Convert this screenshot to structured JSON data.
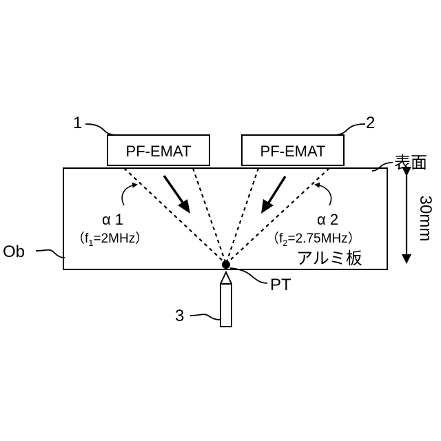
{
  "labels": {
    "ref_1": "1",
    "ref_2": "2",
    "ref_3": "3",
    "ob": "Ob",
    "surface": "表面",
    "thickness": "30mm",
    "material": "アルミ板",
    "point": "PT"
  },
  "sensors": [
    {
      "label": "PF-EMAT"
    },
    {
      "label": "PF-EMAT"
    }
  ],
  "beams": [
    {
      "angle_label": "α 1",
      "freq_prefix": "（f",
      "freq_sub": "1",
      "freq_value": "=2MHz）"
    },
    {
      "angle_label": "α 2",
      "freq_prefix": "（f",
      "freq_sub": "2",
      "freq_value": "=2.75MHz）"
    }
  ]
}
